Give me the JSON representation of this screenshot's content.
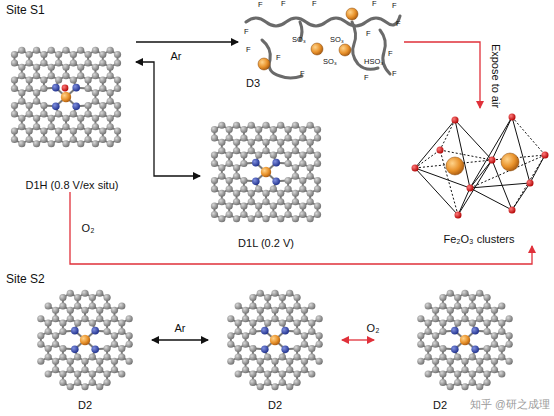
{
  "diagram": {
    "nodes": [
      {
        "text": [
          "D1H (0.8 V/ex situ)"
        ]
      },
      {
        "text": [
          "D3"
        ]
      },
      {
        "text": [
          "D1L (0.2 V)"
        ]
      },
      {
        "text": [
          "Fe₂O₃ clusters"
        ]
      },
      {
        "text": [
          "D2"
        ]
      },
      {
        "text": [
          "D2"
        ]
      },
      {
        "text": [
          "D2"
        ]
      }
    ],
    "edges": [
      {
        "from": 0,
        "to": 1,
        "arrow": "to",
        "label": "Ar"
      },
      {
        "from": 0,
        "to": 2,
        "arrow": "both"
      },
      {
        "from": 1,
        "to": 3,
        "arrow": "to",
        "label": "Expose to air"
      },
      {
        "from": 0,
        "to": 3,
        "arrow": "to",
        "label": "O₂"
      },
      {
        "from": 4,
        "to": 5,
        "arrow": "both",
        "label": "Ar"
      },
      {
        "from": 5,
        "to": 6,
        "arrow": "both",
        "label": "O₂"
      }
    ],
    "labels": [
      "Site S1",
      "F",
      "F",
      "F",
      "F",
      "F",
      "F",
      "F",
      "F",
      "F",
      "F",
      "F",
      "F",
      "F",
      "F",
      "SO₃",
      "SO₃",
      "SO₃",
      "HSO₃",
      "Site S2",
      "知乎 @研之成理"
    ]
  }
}
